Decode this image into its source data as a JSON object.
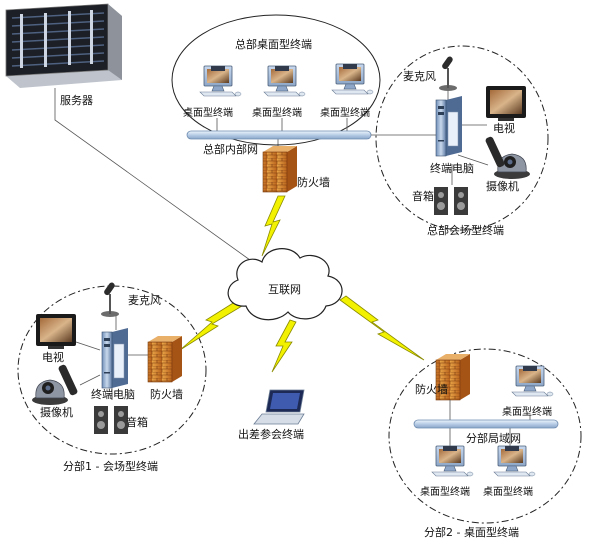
{
  "labels": {
    "server": "服务器",
    "hq_desktop_group": "总部桌面型终端",
    "desktop_terminal": "桌面型终端",
    "hq_lan": "总部内部网",
    "microphone": "麦克风",
    "tv": "电视",
    "terminal_pc": "终端电脑",
    "camera": "摄像机",
    "speaker": "音箱",
    "firewall": "防火墙",
    "hq_venue_terminal": "总部会场型终端",
    "internet": "互联网",
    "branch1_venue_terminal": "分部1 - 会场型终端",
    "travel_terminal": "出差参会终端",
    "branch_lan": "分部局域网",
    "branch2_desktop_terminal": "分部2 - 桌面型终端"
  },
  "colors": {
    "line": "#555555",
    "bolt": "#f2f200",
    "bolt_edge": "#8a8a00",
    "firewall": "#d98b2b",
    "lan_bar": "#cfe0f2"
  },
  "icons": [
    "server-icon",
    "desktop-terminal-icon",
    "firewall-icon",
    "cloud-icon",
    "laptop-icon",
    "microphone-icon",
    "tv-icon",
    "tower-pc-icon",
    "camera-icon",
    "remote-icon",
    "speaker-icon",
    "lightning-icon"
  ]
}
